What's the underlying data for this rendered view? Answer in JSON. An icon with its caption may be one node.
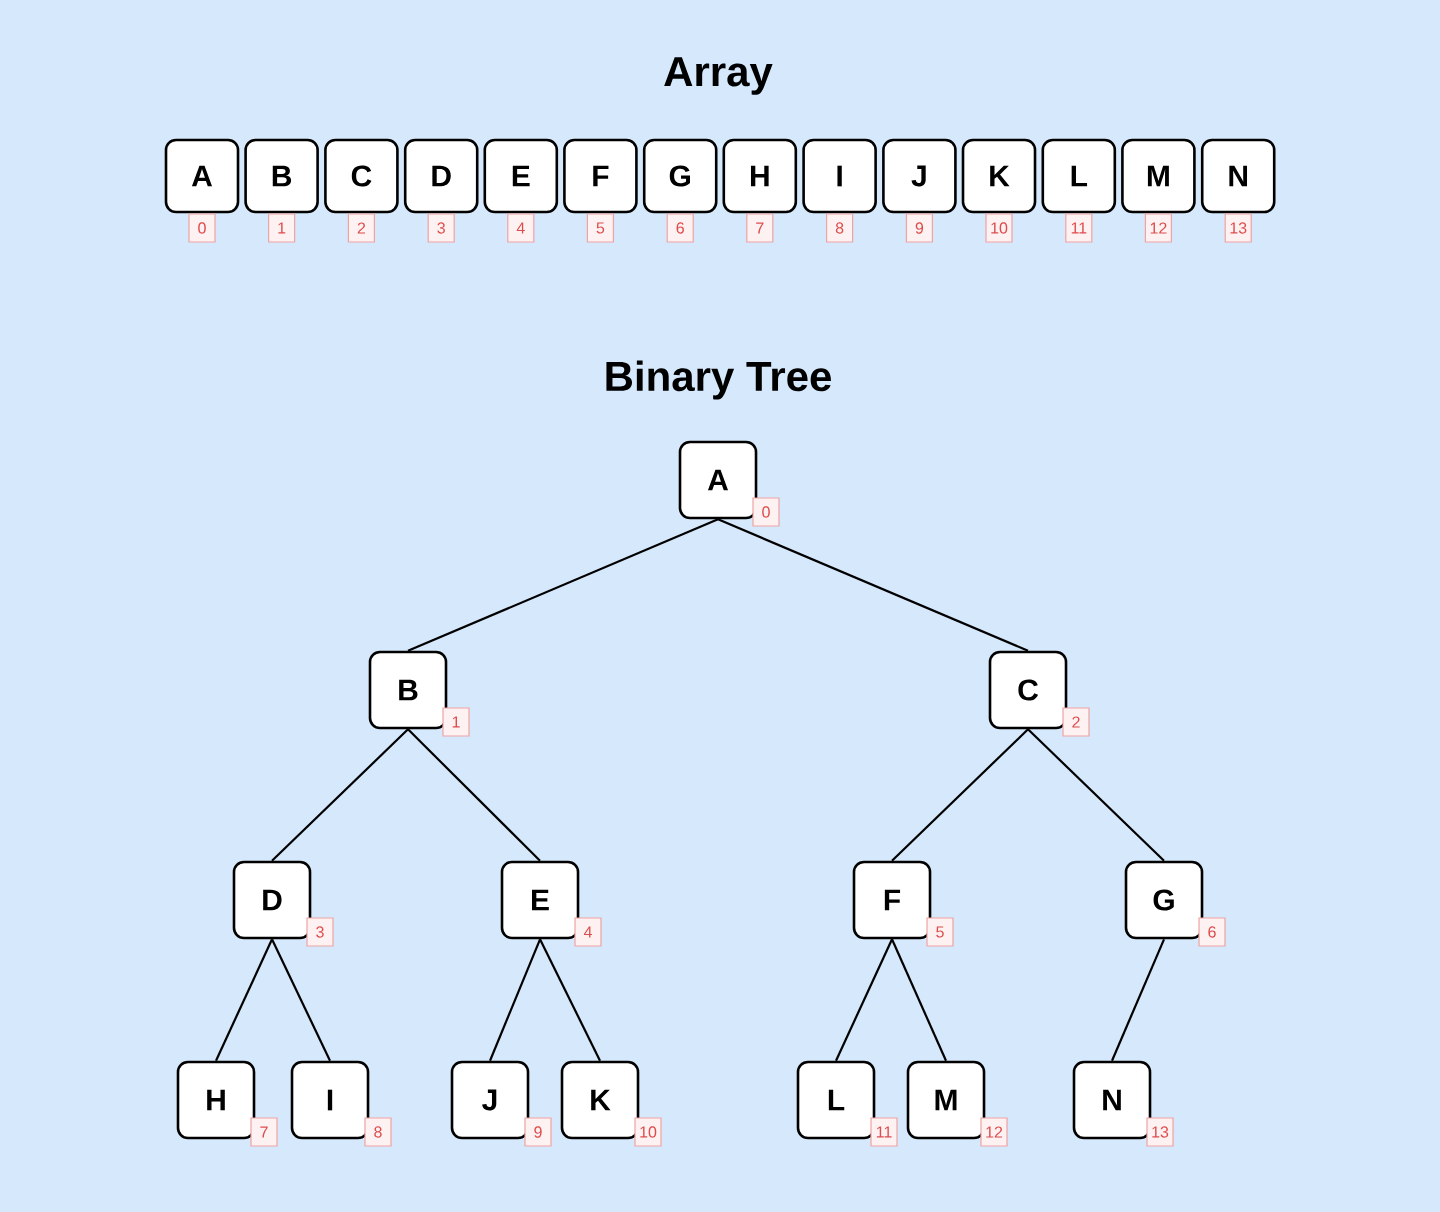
{
  "diagram": {
    "nodes": [
      {
        "text": [
          "A"
        ],
        "beside": [
          "0"
        ]
      },
      {
        "text": [
          "B"
        ],
        "beside": [
          "1"
        ]
      },
      {
        "text": [
          "C"
        ],
        "beside": [
          "2"
        ]
      },
      {
        "text": [
          "D"
        ],
        "beside": [
          "3"
        ]
      },
      {
        "text": [
          "E"
        ],
        "beside": [
          "4"
        ]
      },
      {
        "text": [
          "F"
        ],
        "beside": [
          "5"
        ]
      },
      {
        "text": [
          "G"
        ],
        "beside": [
          "6"
        ]
      },
      {
        "text": [
          "H"
        ],
        "beside": [
          "7"
        ]
      },
      {
        "text": [
          "I"
        ],
        "beside": [
          "8"
        ]
      },
      {
        "text": [
          "J"
        ],
        "beside": [
          "9"
        ]
      },
      {
        "text": [
          "K"
        ],
        "beside": [
          "10"
        ]
      },
      {
        "text": [
          "L"
        ],
        "beside": [
          "11"
        ]
      },
      {
        "text": [
          "M"
        ],
        "beside": [
          "12"
        ]
      },
      {
        "text": [
          "N"
        ],
        "beside": [
          "13"
        ]
      },
      {
        "text": [
          "A"
        ],
        "beside": [
          "0"
        ]
      },
      {
        "text": [
          "B"
        ],
        "beside": [
          "1"
        ]
      },
      {
        "text": [
          "C"
        ],
        "beside": [
          "2"
        ]
      },
      {
        "text": [
          "D"
        ],
        "beside": [
          "3"
        ]
      },
      {
        "text": [
          "E"
        ],
        "beside": [
          "4"
        ]
      },
      {
        "text": [
          "F"
        ],
        "beside": [
          "5"
        ]
      },
      {
        "text": [
          "G"
        ],
        "beside": [
          "6"
        ]
      },
      {
        "text": [
          "H"
        ],
        "beside": [
          "7"
        ]
      },
      {
        "text": [
          "I"
        ],
        "beside": [
          "8"
        ]
      },
      {
        "text": [
          "J"
        ],
        "beside": [
          "9"
        ]
      },
      {
        "text": [
          "K"
        ],
        "beside": [
          "10"
        ]
      },
      {
        "text": [
          "L"
        ],
        "beside": [
          "11"
        ]
      },
      {
        "text": [
          "M"
        ],
        "beside": [
          "12"
        ]
      },
      {
        "text": [
          "N"
        ],
        "beside": [
          "13"
        ]
      }
    ],
    "edges": [
      {
        "from": 14,
        "to": 15,
        "arrow": "none"
      },
      {
        "from": 14,
        "to": 16,
        "arrow": "none"
      },
      {
        "from": 15,
        "to": 17,
        "arrow": "none"
      },
      {
        "from": 15,
        "to": 18,
        "arrow": "none"
      },
      {
        "from": 16,
        "to": 19,
        "arrow": "none"
      },
      {
        "from": 16,
        "to": 20,
        "arrow": "none"
      },
      {
        "from": 17,
        "to": 21,
        "arrow": "none"
      },
      {
        "from": 17,
        "to": 22,
        "arrow": "none"
      },
      {
        "from": 18,
        "to": 23,
        "arrow": "none"
      },
      {
        "from": 18,
        "to": 24,
        "arrow": "none"
      },
      {
        "from": 19,
        "to": 25,
        "arrow": "none"
      },
      {
        "from": 19,
        "to": 26,
        "arrow": "none"
      },
      {
        "from": 20,
        "to": 27,
        "arrow": "none"
      }
    ],
    "labels": [
      "Array",
      "Binary Tree"
    ]
  }
}
